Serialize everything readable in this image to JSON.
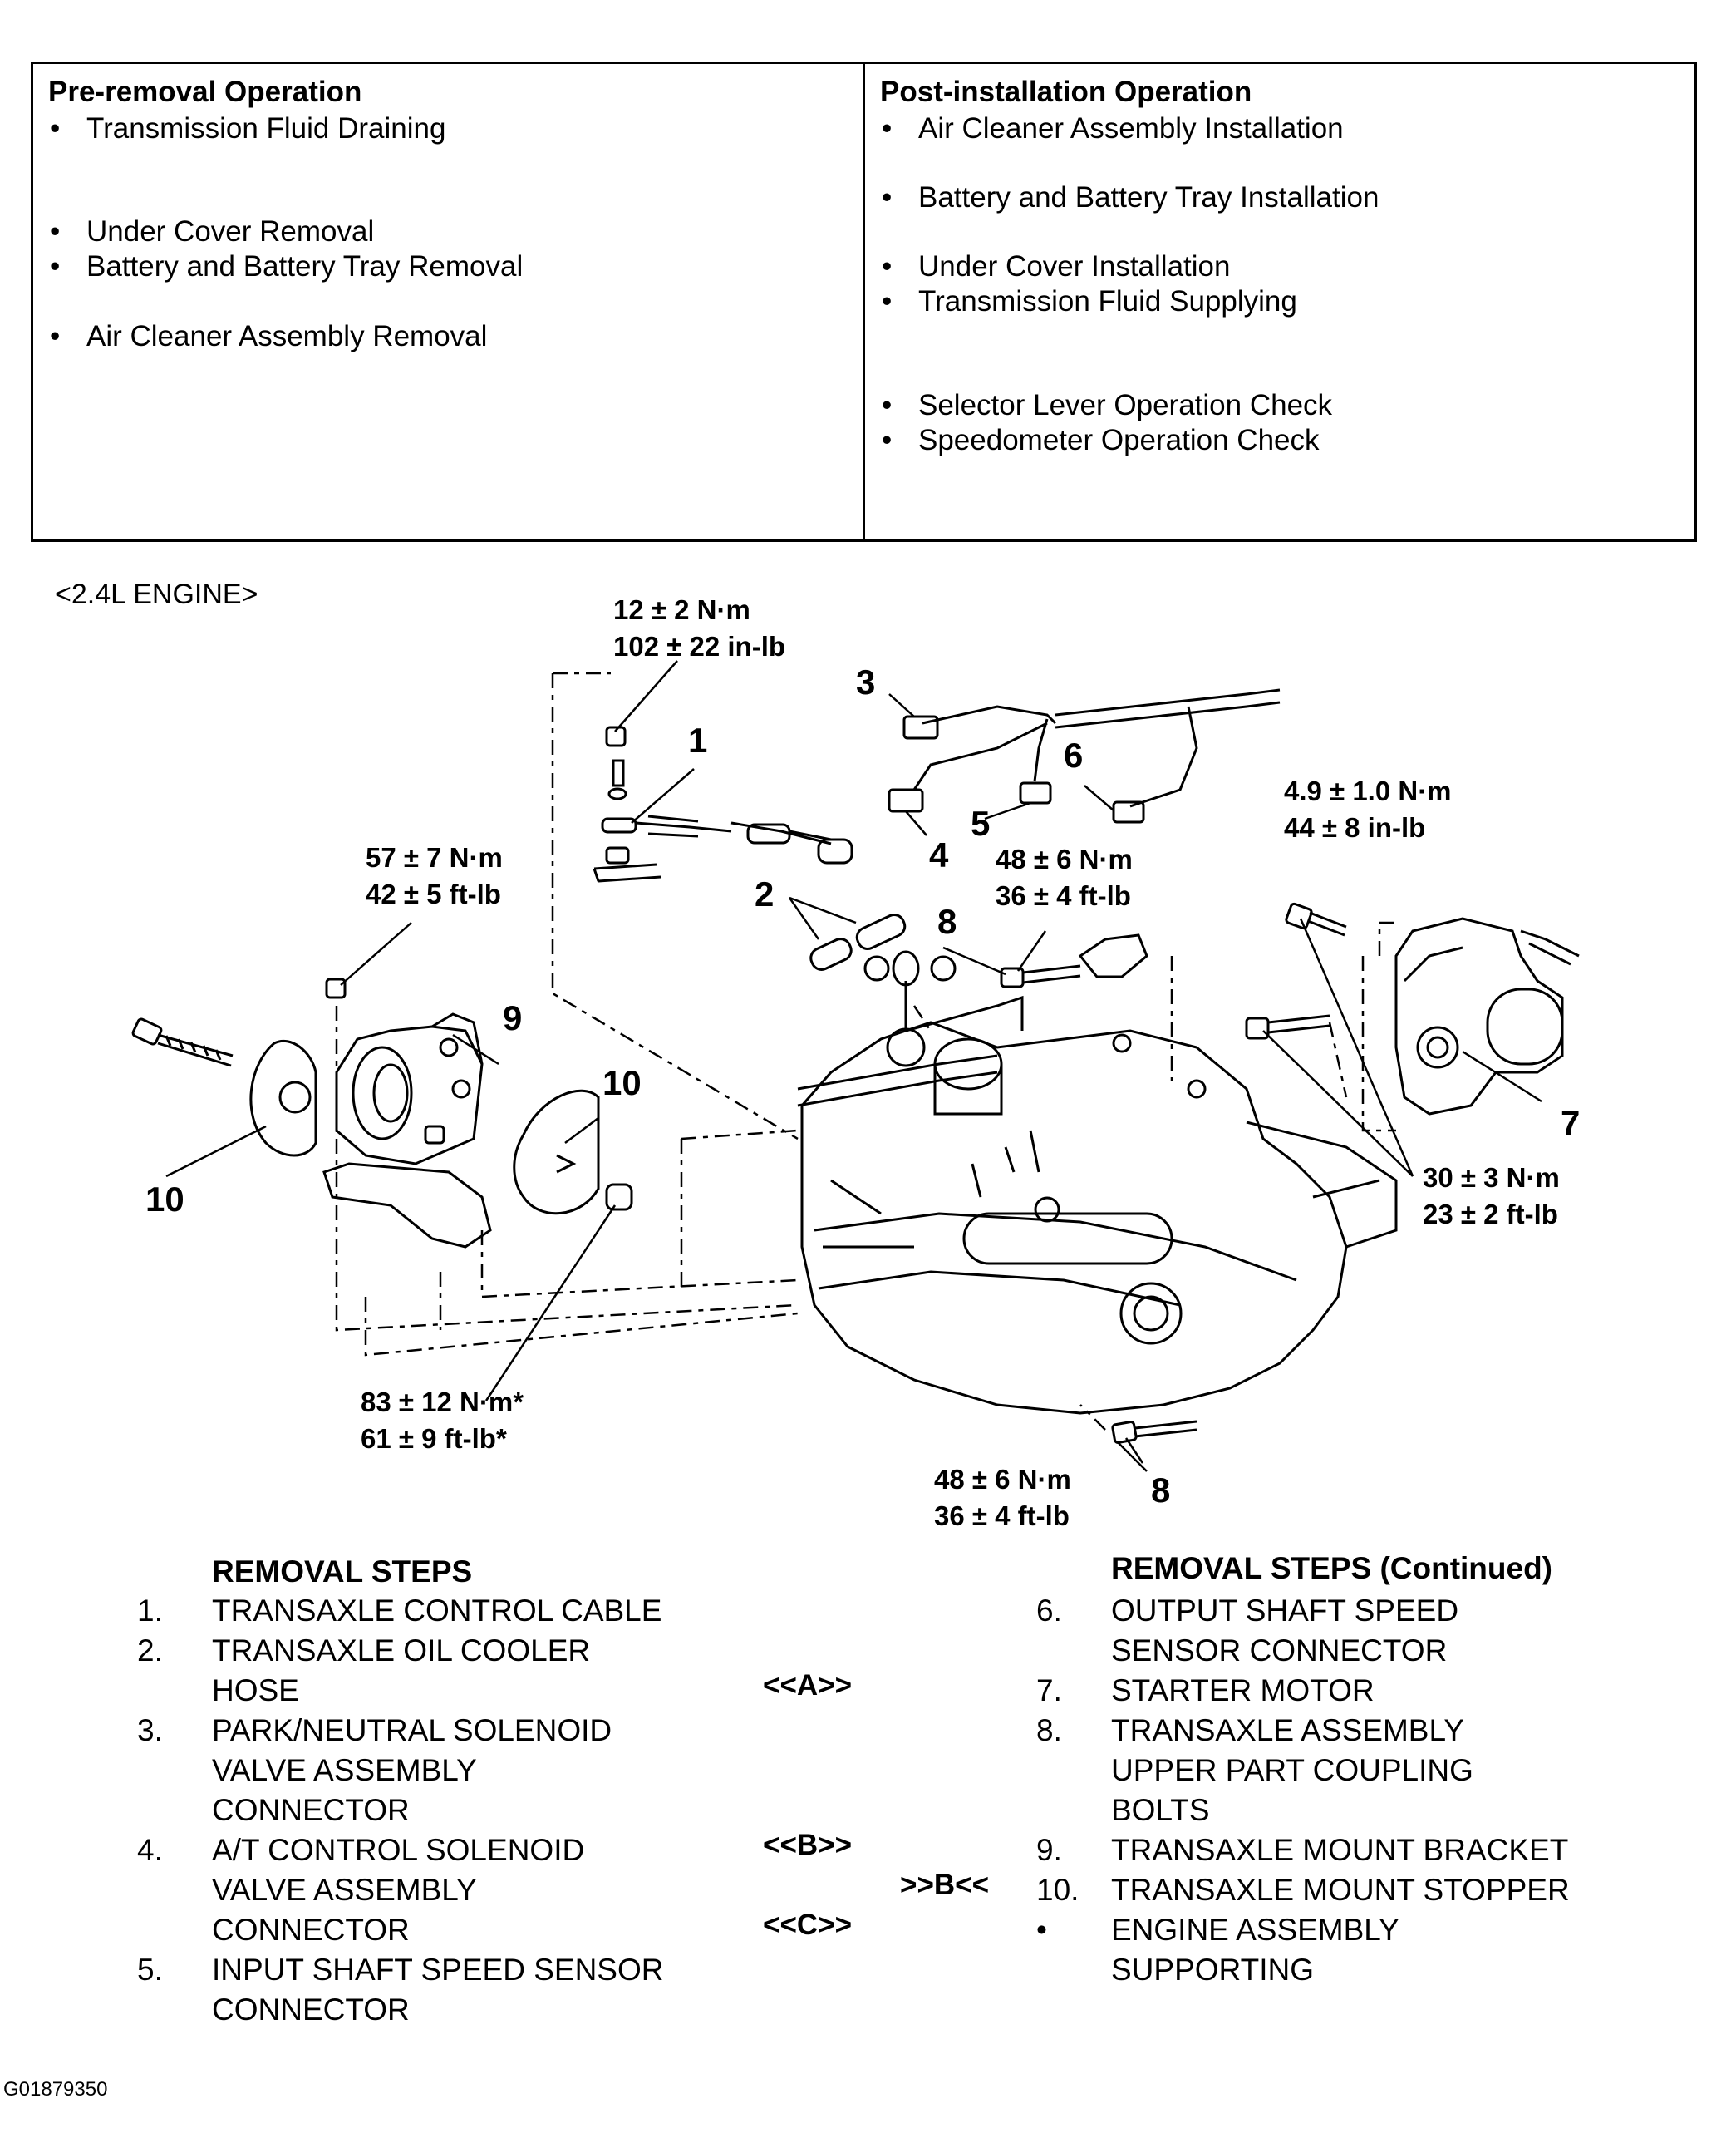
{
  "pre_removal": {
    "title": "Pre-removal Operation",
    "items": [
      "Transmission Fluid Draining",
      "Under Cover Removal",
      "Battery and Battery Tray Removal",
      "Air Cleaner Assembly Removal"
    ]
  },
  "post_installation": {
    "title": "Post-installation Operation",
    "items": [
      "Air Cleaner Assembly Installation",
      "Battery and Battery Tray Installation",
      "Under Cover Installation",
      "Transmission Fluid Supplying",
      "Selector Lever Operation Check",
      "Speedometer Operation Check"
    ]
  },
  "engine_label": "<2.4L ENGINE>",
  "torques": {
    "t1a": "12 ± 2 N·m",
    "t1b": "102 ± 22 in-lb",
    "t2a": "57 ± 7 N·m",
    "t2b": "42 ± 5 ft-lb",
    "t3a": "48 ± 6 N·m",
    "t3b": "36 ± 4 ft-lb",
    "t4a": "4.9 ± 1.0 N·m",
    "t4b": "44 ± 8 in-lb",
    "t5a": "30 ± 3 N·m",
    "t5b": "23 ± 2 ft-lb",
    "t6a": "83 ± 12 N·m*",
    "t6b": "61 ± 9 ft-lb*",
    "t7a": "48 ± 6 N·m",
    "t7b": "36 ± 4 ft-lb"
  },
  "callouts": {
    "c1": "1",
    "c2": "2",
    "c3": "3",
    "c4": "4",
    "c5": "5",
    "c6": "6",
    "c7": "7",
    "c8a": "8",
    "c8b": "8",
    "c9": "9",
    "c10a": "10",
    "c10b": "10"
  },
  "steps_left": {
    "title": "REMOVAL STEPS",
    "items": [
      {
        "n": "1.",
        "l1": "TRANSAXLE CONTROL CABLE"
      },
      {
        "n": "2.",
        "l1": "TRANSAXLE OIL COOLER",
        "l2": "HOSE"
      },
      {
        "n": "3.",
        "l1": "PARK/NEUTRAL SOLENOID",
        "l2": "VALVE ASSEMBLY",
        "l3": "CONNECTOR"
      },
      {
        "n": "4.",
        "l1": "A/T CONTROL SOLENOID",
        "l2": "VALVE ASSEMBLY",
        "l3": "CONNECTOR"
      },
      {
        "n": "5.",
        "l1": "INPUT SHAFT SPEED SENSOR",
        "l2": "CONNECTOR"
      }
    ]
  },
  "steps_right": {
    "title": "REMOVAL STEPS (Continued)",
    "items": [
      {
        "n": "6.",
        "l1": "OUTPUT SHAFT SPEED",
        "l2": "SENSOR CONNECTOR"
      },
      {
        "n": "7.",
        "l1": "STARTER MOTOR"
      },
      {
        "n": "8.",
        "l1": "TRANSAXLE ASSEMBLY",
        "l2": "UPPER PART COUPLING",
        "l3": "BOLTS"
      },
      {
        "n": "9.",
        "l1": "TRANSAXLE MOUNT BRACKET"
      },
      {
        "n": "10.",
        "l1": "TRANSAXLE MOUNT STOPPER"
      },
      {
        "n": "•",
        "l1": "ENGINE ASSEMBLY",
        "l2": "SUPPORTING"
      }
    ]
  },
  "marks": {
    "a": "<<A>>",
    "b": "<<B>>",
    "b2": ">>B<<",
    "c": "<<C>>"
  },
  "figure_id": "G01879350"
}
